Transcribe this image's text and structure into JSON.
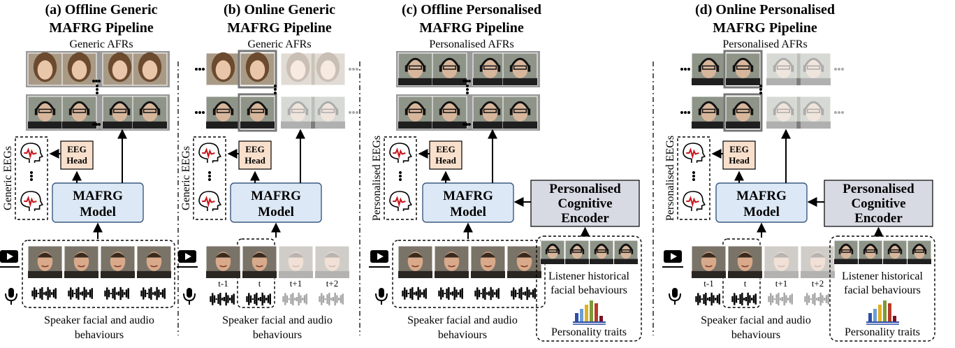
{
  "panels": [
    {
      "id": "a",
      "title_line1": "(a) Offline Generic",
      "title_line2": "MAFRG Pipeline",
      "afr_label": "Generic AFRs",
      "eeg_label": "Generic EEGs",
      "online": false,
      "personalised": false
    },
    {
      "id": "b",
      "title_line1": "(b) Online Generic",
      "title_line2": "MAFRG Pipeline",
      "afr_label": "Generic AFRs",
      "eeg_label": "Generic EEGs",
      "online": true,
      "personalised": false
    },
    {
      "id": "c",
      "title_line1": "(c) Offline Personalised",
      "title_line2": "MAFRG Pipeline",
      "afr_label": "Personalised AFRs",
      "eeg_label": "Personalised EEGs",
      "online": false,
      "personalised": true
    },
    {
      "id": "d",
      "title_line1": "(d) Online Personalised",
      "title_line2": "MAFRG Pipeline",
      "afr_label": "Personalised AFRs",
      "eeg_label": "Personalised EEGs",
      "online": true,
      "personalised": true
    }
  ],
  "model_label_line1": "MAFRG",
  "model_label_line2": "Model",
  "eeg_head_line1": "EEG",
  "eeg_head_line2": "Head",
  "speaker_caption_line1": "Speaker facial and audio",
  "speaker_caption_line2": "behaviours",
  "time_labels": [
    "t-1",
    "t",
    "t+1",
    "t+2"
  ],
  "encoder_line1": "Personalised",
  "encoder_line2": "Cognitive",
  "encoder_line3": "Encoder",
  "listener_caption_line1": "Listener historical",
  "listener_caption_line2": "facial behaviours",
  "personality_caption": "Personality traits",
  "ellipsis": "...",
  "colors": {
    "model_fill": "#dce8f5",
    "model_stroke": "#3a5a80",
    "eeg_head_fill": "#f8e0cc",
    "encoder_fill": "#d7dae3",
    "frame_panel": "#9a9a9a",
    "wave_red": "#c8161d",
    "bar_colors": [
      "#2e4ea6",
      "#6a9ed6",
      "#e0b020",
      "#7c9a3a",
      "#b63a2a",
      "#7a1020"
    ]
  }
}
